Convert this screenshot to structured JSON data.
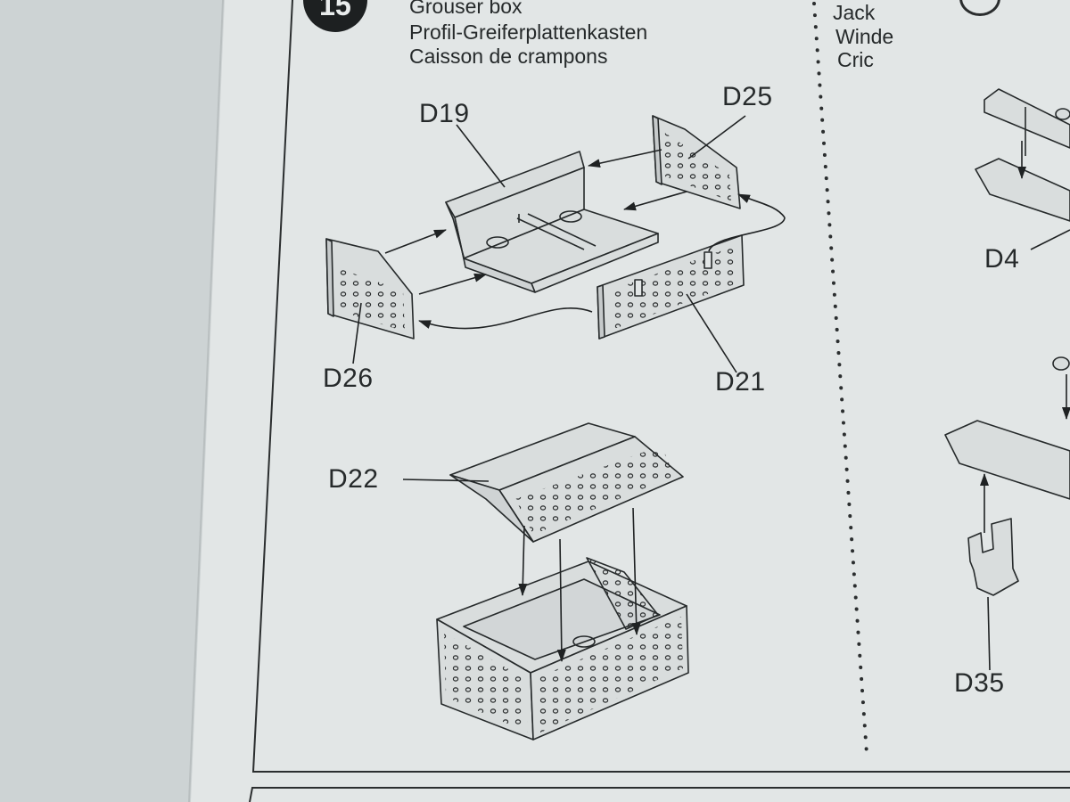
{
  "step": {
    "number": "15",
    "title_en": "Grouser box",
    "title_de": "Profil-Greiferplattenkasten",
    "title_fr": "Caisson de crampons"
  },
  "next_step": {
    "title_en": "Jack",
    "title_de": "Winde",
    "title_fr": "Cric"
  },
  "parts": {
    "d19": "D19",
    "d25": "D25",
    "d26": "D26",
    "d21": "D21",
    "d22": "D22",
    "d4": "D4",
    "d35": "D35"
  },
  "colors": {
    "paper": "#e3e7e7",
    "background": "#d2d7d8",
    "ink": "#262a2b",
    "part_fill": "#d9dddd"
  }
}
